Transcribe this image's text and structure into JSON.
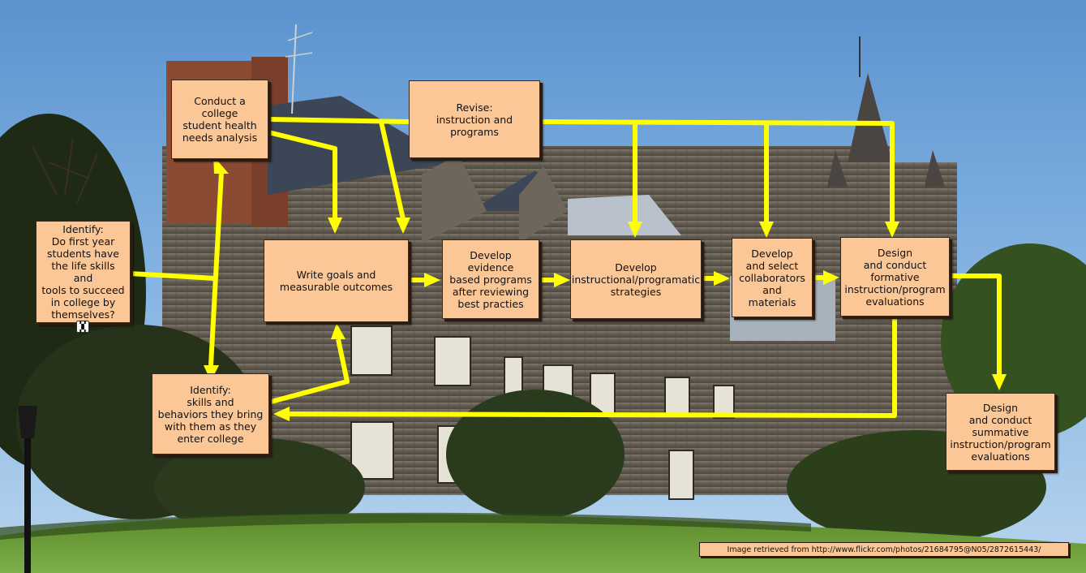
{
  "nodes": {
    "conduct_analysis": "Conduct a college\nstudent health\nneeds analysis",
    "revise": "Revise:\ninstruction and programs",
    "identify_question": "Identify:\nDo first year\nstudents have\nthe life skills and\ntools to succeed\nin college by\nthemselves?",
    "write_goals": "Write goals and\nmeasurable outcomes",
    "develop_evidence": "Develop evidence\nbased programs\nafter reviewing\nbest practies",
    "develop_strategies": "Develop\ninstructional/programatic\nstrategies",
    "develop_collaborators": "Develop\nand select\ncollaborators\nand materials",
    "formative_eval": "Design\nand conduct\nformative\ninstruction/program\nevaluations",
    "identify_skills": "Identify:\nskills and\nbehaviors they bring\nwith them as they\nenter college",
    "summative_eval": "Design\nand conduct\nsummative\ninstruction/program\nevaluations"
  },
  "credit": "Image retrieved from http://www.flickr.com/photos/21684795@N05/2872615443/",
  "colors": {
    "box_fill": "#fbc797",
    "arrow": "#ffff00",
    "sky": "#6fa8dc",
    "stone": "#6b6358",
    "foliage": "#2f3a1e",
    "lawn": "#5f8f2f"
  }
}
